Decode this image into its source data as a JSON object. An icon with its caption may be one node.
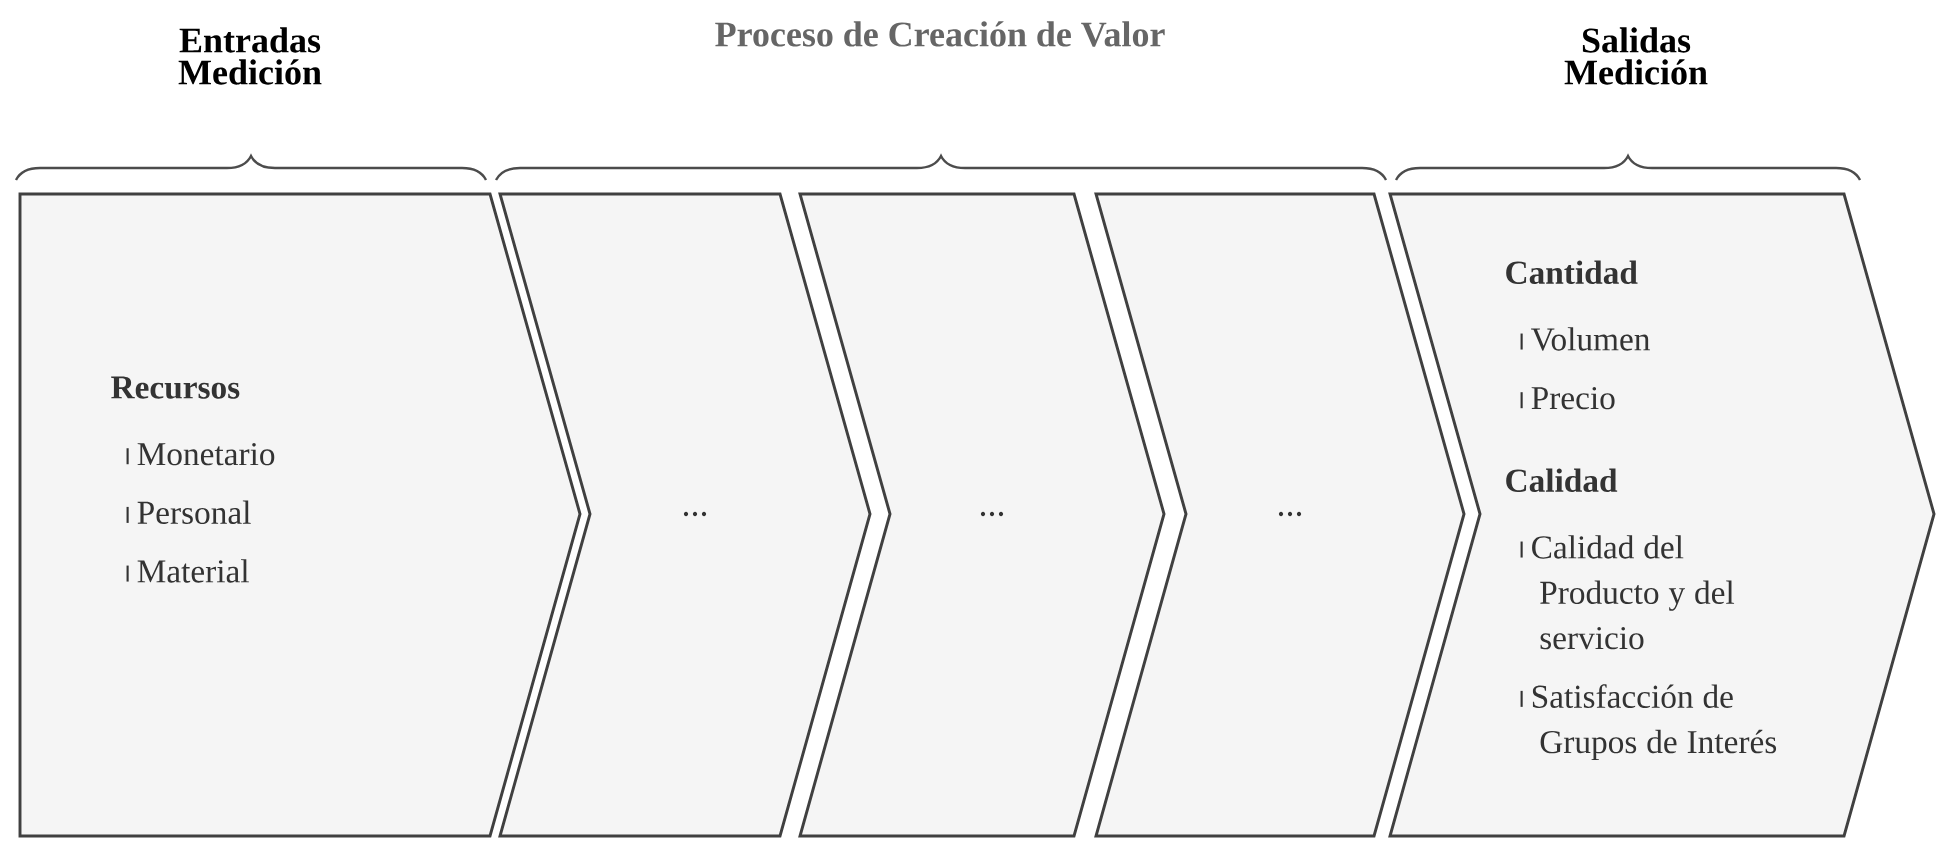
{
  "diagram": {
    "nodes": [
      {
        "text": [
          "Recursos",
          "Monetario",
          "Personal",
          "Material"
        ]
      },
      {
        "text": [
          "..."
        ]
      },
      {
        "text": [
          "..."
        ]
      },
      {
        "text": [
          "..."
        ]
      },
      {
        "text": [
          "Cantidad",
          "Volumen",
          "Precio",
          "Calidad",
          "Calidad del Producto y del servicio",
          "Satisfacción de Grupos de Interés"
        ]
      }
    ],
    "edges": [],
    "labels": [
      "Entradas Medición",
      "Proceso de Creación de Valor",
      "Salidas Medición"
    ]
  }
}
